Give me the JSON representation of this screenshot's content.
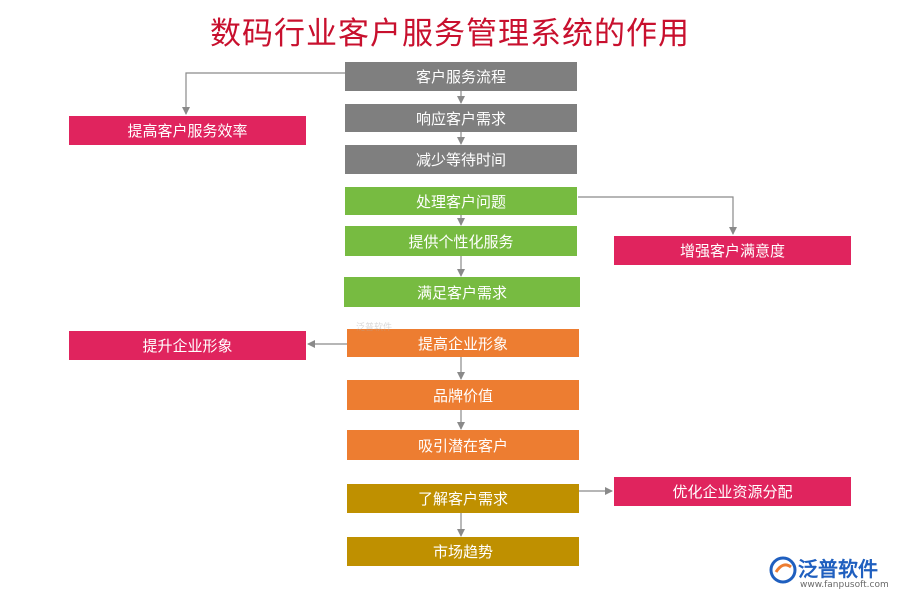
{
  "title": "数码行业客户服务管理系统的作用",
  "flow": {
    "gray": [
      "客户服务流程",
      "响应客户需求",
      "减少等待时间"
    ],
    "green": [
      "处理客户问题",
      "提供个性化服务",
      "满足客户需求"
    ],
    "orange": [
      "提高企业形象",
      "品牌价值",
      "吸引潜在客户"
    ],
    "gold": [
      "了解客户需求",
      "市场趋势"
    ]
  },
  "side": {
    "efficiency": "提高客户服务效率",
    "satisfaction": "增强客户满意度",
    "image": "提升企业形象",
    "resources": "优化企业资源分配"
  },
  "logo": {
    "name": "泛普软件",
    "url": "www.fanpusoft.com"
  },
  "watermark": "泛普软件",
  "colors": {
    "gray": "#7f7f7f",
    "green": "#77bb41",
    "orange": "#ed7d31",
    "gold": "#bf9000",
    "red": "#e0245e",
    "title": "#c8102e"
  }
}
